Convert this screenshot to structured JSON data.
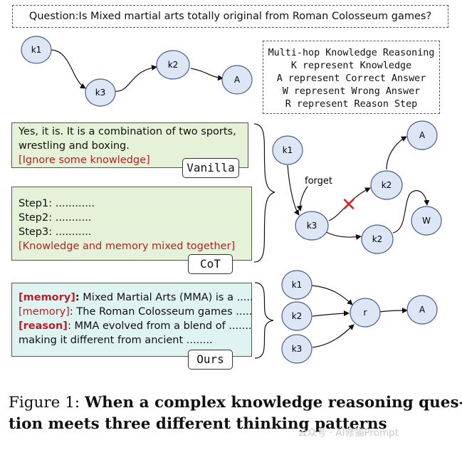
{
  "question": "Question:Is Mixed martial arts totally original from Roman Colosseum games?",
  "legend": {
    "lines": [
      "Multi-hop Knowledge Reasoning",
      "K represent Knowledge",
      "A represent Correct Answer",
      "W represent Wrong Answer",
      "R represent Reason Step"
    ]
  },
  "top_graph": {
    "nodes": [
      "k1",
      "k3",
      "k2",
      "A"
    ]
  },
  "vanilla": {
    "lines": [
      "Yes, it is. It is a combination of two sports,",
      "wrestling and boxing."
    ],
    "note": "[Ignore some knowledge]",
    "tag": "Vanilla"
  },
  "cot": {
    "lines": [
      "Step1: ............",
      "Step2: ...........",
      "Step3: ..........."
    ],
    "note": "[Knowledge and memory mixed together]",
    "tag": "CoT"
  },
  "ours": {
    "lines": [
      {
        "label": "[memory]",
        "sep": ":",
        "text": " Mixed Martial Arts (MMA) is a ....."
      },
      {
        "label": "[memory]",
        "sep": ":",
        "text": " The Roman Colosseum games ....."
      },
      {
        "label": "[reason]",
        "sep": ":",
        "text": "  MMA evolved from a blend of ......."
      }
    ],
    "tail": "making it different from ancient ........",
    "tag": "Ours"
  },
  "middle_graph": {
    "nodes": [
      "k1",
      "k3",
      "k2",
      "A",
      "k2",
      "W"
    ],
    "edge_label": "forget",
    "cross": "✕",
    "cross_color": "#d62020"
  },
  "bottom_graph": {
    "nodes": [
      "k1",
      "k2",
      "k3",
      "r",
      "A"
    ]
  },
  "caption": {
    "prefix": "Figure 1: ",
    "line1": "When a complex knowledge reasoning ques-",
    "line2": "tion meets three different thinking patterns"
  },
  "watermark": "公众号 · AI修猫Prompt",
  "colors": {
    "node_fill": "#dde6f5",
    "node_stroke": "#4b5f8f",
    "green_box": "#e6f2d7",
    "cyan_box": "#dff3f1",
    "red_text": "#b5202a"
  }
}
